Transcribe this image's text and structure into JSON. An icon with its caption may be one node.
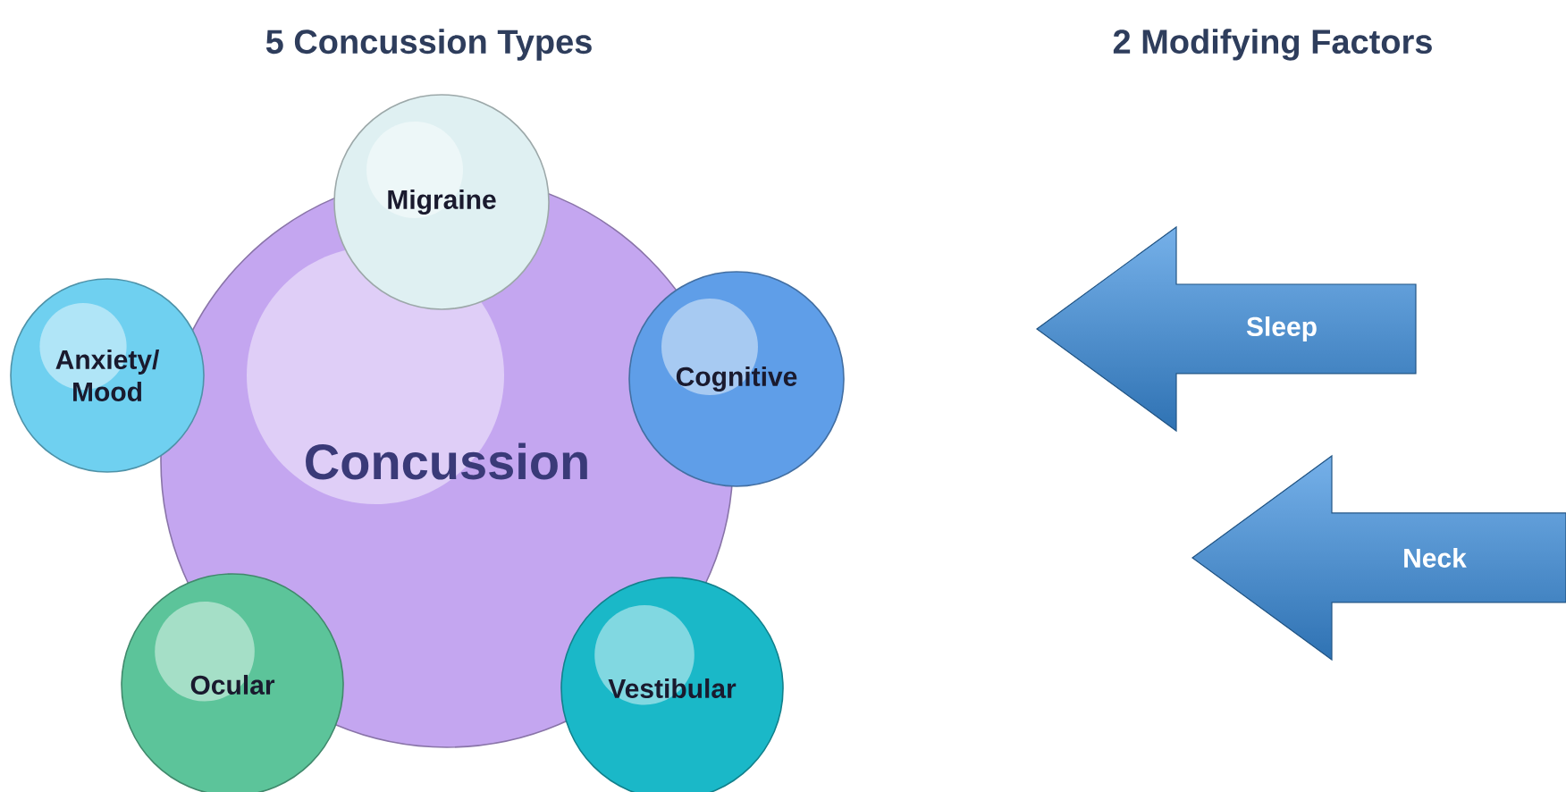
{
  "diagram": {
    "nodes": [
      {
        "text": [
          "Migraine"
        ]
      },
      {
        "text": [
          "Anxiety/ Mood"
        ]
      },
      {
        "text": [
          "Cognitive"
        ]
      },
      {
        "text": [
          "Concussion"
        ]
      },
      {
        "text": [
          "Ocular"
        ]
      },
      {
        "text": [
          "Vestibular"
        ]
      },
      {
        "text": [
          "Sleep"
        ]
      },
      {
        "text": [
          "Neck"
        ]
      }
    ],
    "labels": [
      "5 Concussion Types",
      "2 Modifying Factors"
    ]
  }
}
